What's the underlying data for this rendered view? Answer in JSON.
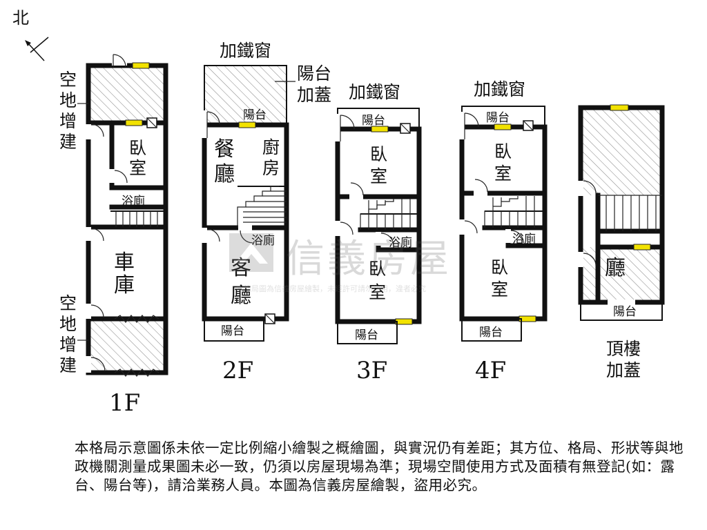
{
  "compass": {
    "label": "北"
  },
  "floors": {
    "f1": {
      "label": "1F",
      "side_note_top": "空地增建",
      "side_note_bottom": "空地增建",
      "rooms": {
        "bedroom": "臥室",
        "bath": "浴廁",
        "garage": "車庫"
      }
    },
    "f2": {
      "label": "2F",
      "top_note": "加鐵窗",
      "side_note": "陽台加蓋",
      "rooms": {
        "balcony_top": "陽台",
        "dining": "餐廳",
        "kitchen": "廚房",
        "bath": "浴廁",
        "living": "客廳",
        "balcony_bottom": "陽台"
      }
    },
    "f3": {
      "label": "3F",
      "top_note": "加鐵窗",
      "rooms": {
        "balcony_top": "陽台",
        "bedroom_top": "臥室",
        "bath": "浴廁",
        "bedroom_bottom": "臥室",
        "balcony_bottom": "陽台"
      }
    },
    "f4": {
      "label": "4F",
      "top_note": "加鐵窗",
      "rooms": {
        "balcony_top": "陽台",
        "bedroom_top": "臥室",
        "bath": "浴廁",
        "bedroom_bottom": "臥室",
        "balcony_bottom": "陽台"
      }
    },
    "roof": {
      "label": "頂樓加蓋",
      "rooms": {
        "hall": "廳",
        "balcony": "陽台"
      }
    }
  },
  "watermark": {
    "brand": "信義房屋",
    "notice": "本格局圖為信義房屋繪製，未經許可請勿盜用，違者必究"
  },
  "disclaimer": "本格局示意圖係未依一定比例縮小繪製之概繪圖，與實況仍有差距；其方位、格局、形狀等與地政機關測量成果圖未必一致，仍須以房屋現場為準；現場空間使用方式及面積有無登記(如：露台、陽台等)，請洽業務人員。本圖為信義房屋繪製，盜用必究。",
  "colors": {
    "wall": "#111111",
    "window": "#f2e200",
    "hatch": "#777777"
  }
}
